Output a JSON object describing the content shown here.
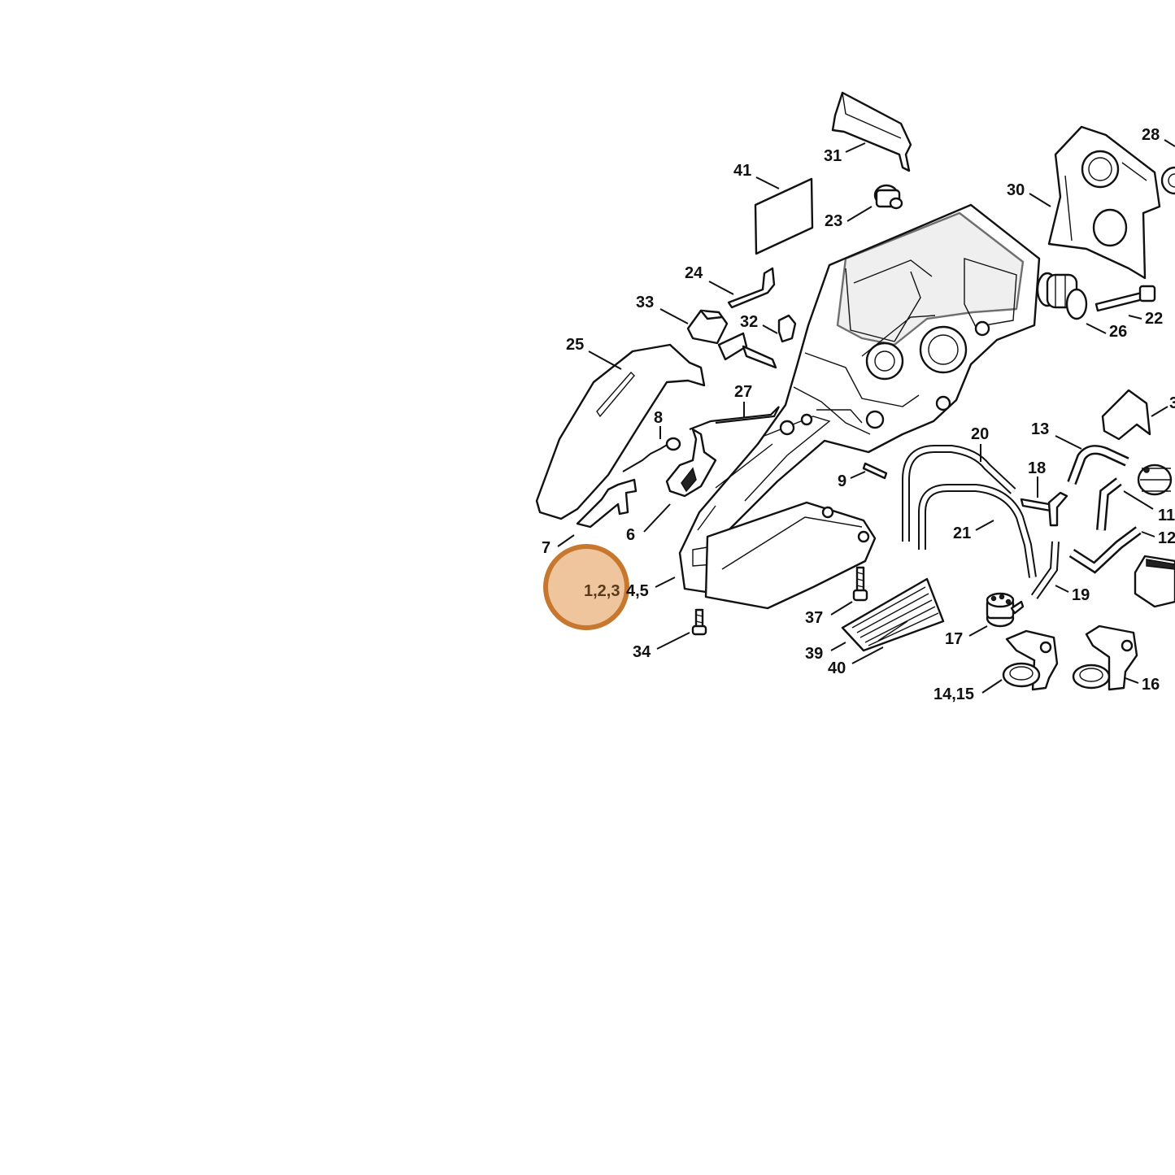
{
  "highlight": {
    "label": "1,2,3",
    "fill": "#efc59d",
    "stroke": "#c8772e"
  },
  "labels": {
    "l31": "31",
    "l41": "41",
    "l23": "23",
    "l28": "28",
    "l30": "30",
    "l24": "24",
    "l33": "33",
    "l32": "32",
    "l22": "22",
    "l26": "26",
    "l25": "25",
    "l27": "27",
    "l8": "8",
    "l3x": "3",
    "l13": "13",
    "l20": "20",
    "l18": "18",
    "l9": "9",
    "l11": "11",
    "l21": "21",
    "l12": "12",
    "l7": "7",
    "l6": "6",
    "l45": "4,5",
    "l37": "37",
    "l19": "19",
    "l17": "17",
    "l34": "34",
    "l39": "39",
    "l40": "40",
    "l1415": "14,15",
    "l16": "16"
  }
}
